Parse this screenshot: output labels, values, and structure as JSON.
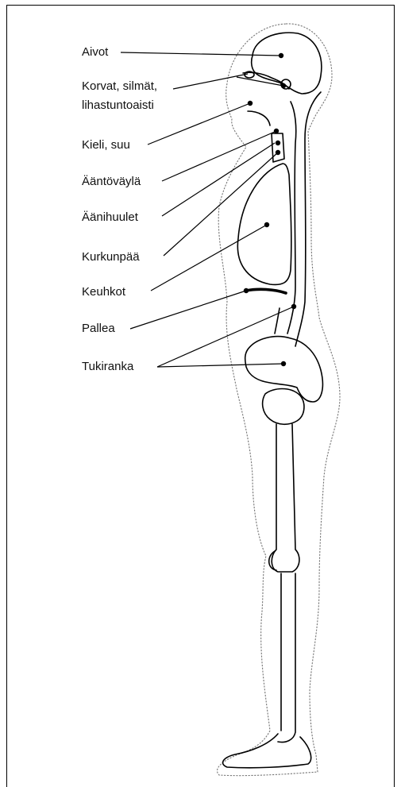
{
  "labels": {
    "aivot": "Aivot",
    "korvat_line1": "Korvat, silmät,",
    "korvat_line2": "lihastuntoaisti",
    "kieli": "Kieli, suu",
    "aantovayla": "Ääntöväylä",
    "aanihuulet": "Äänihuulet",
    "kurkunpaa": "Kurkunpää",
    "keuhkot": "Keuhkot",
    "pallea": "Pallea",
    "tukiranka": "Tukiranka"
  }
}
